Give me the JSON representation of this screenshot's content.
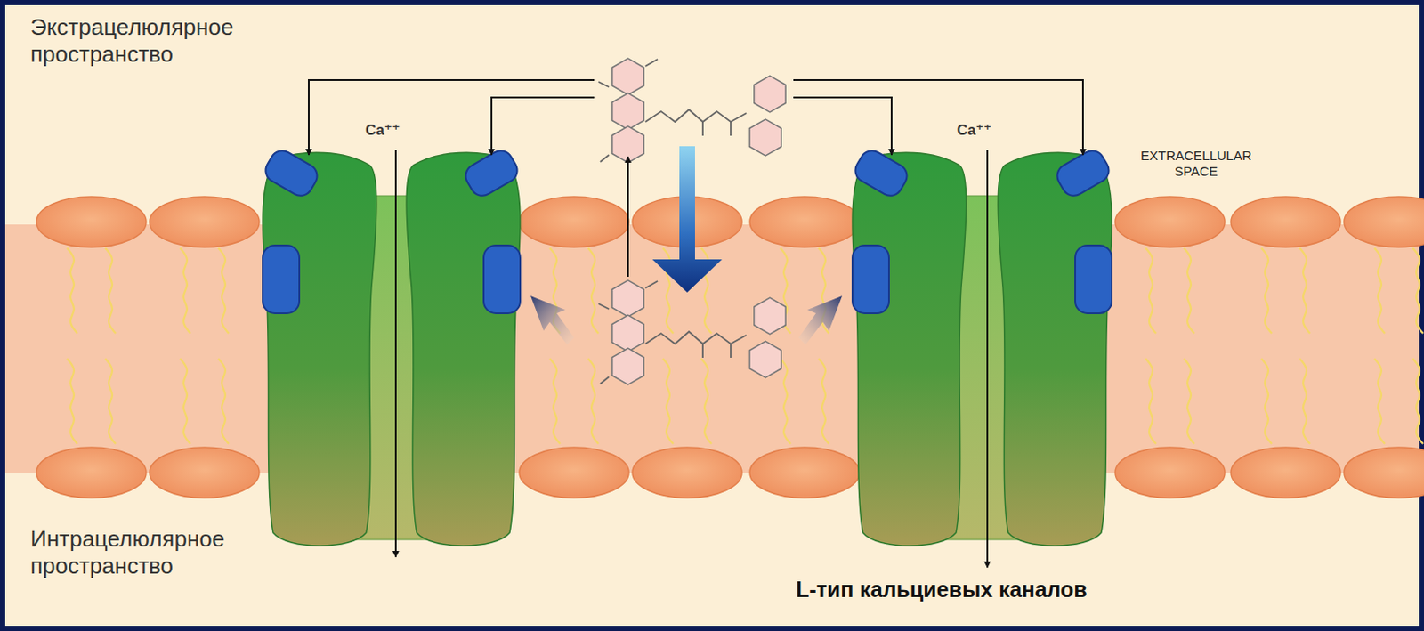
{
  "diagram": {
    "labels": [
      "Экстрацелюлярное пространство",
      "Ca⁺⁺",
      "Ca⁺⁺",
      "EXTRACELLULAR SPACE",
      "Интрацелюлярное пространство",
      "L-тип кальциевых каналов"
    ]
  }
}
